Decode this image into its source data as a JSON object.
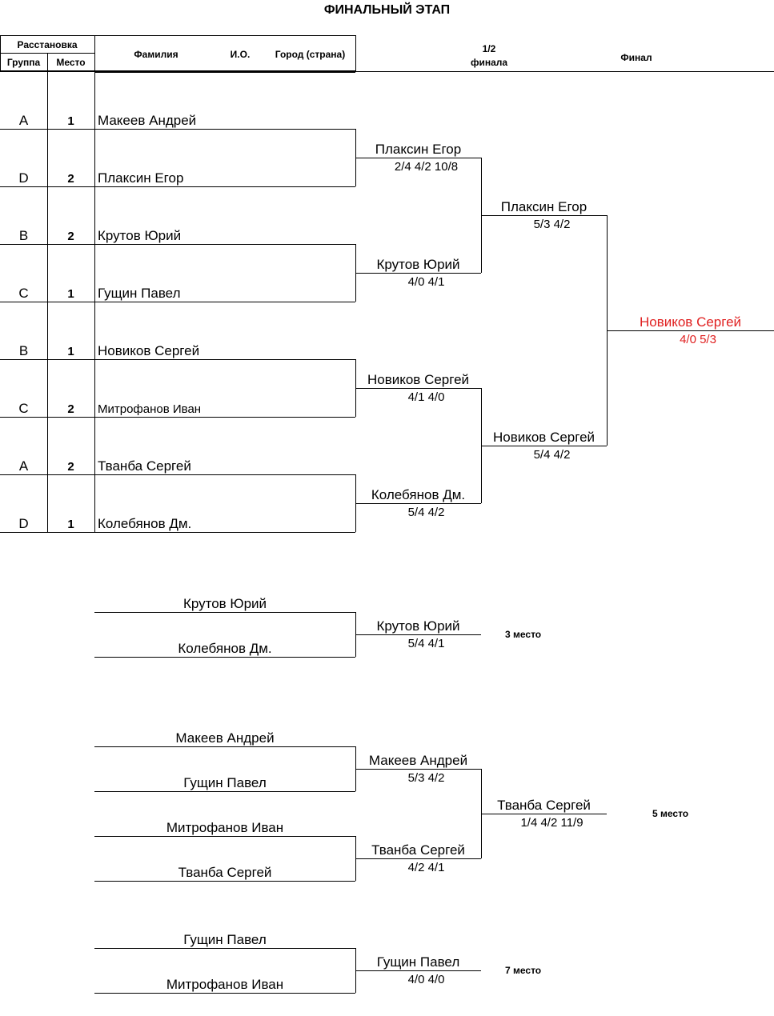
{
  "title": "ФИНАЛЬНЫЙ ЭТАП",
  "header": {
    "rasstanovka": "Расстановка",
    "gruppa": "Группа",
    "mesto": "Место",
    "familiya": "Фамилия",
    "io": "И.О.",
    "gorod": "Город (страна)",
    "semifinal_line1": "1/2",
    "semifinal_line2": "финала",
    "final": "Финал"
  },
  "seeds": [
    {
      "group": "A",
      "place": "1",
      "name": "Макеев Андрей"
    },
    {
      "group": "D",
      "place": "2",
      "name": "Плаксин Егор"
    },
    {
      "group": "B",
      "place": "2",
      "name": "Крутов Юрий"
    },
    {
      "group": "C",
      "place": "1",
      "name": "Гущин Павел"
    },
    {
      "group": "B",
      "place": "1",
      "name": "Новиков Сергей"
    },
    {
      "group": "C",
      "place": "2",
      "name": "Митрофанов Иван"
    },
    {
      "group": "A",
      "place": "2",
      "name": "Тванба Сергей"
    },
    {
      "group": "D",
      "place": "1",
      "name": "Колебянов Дм."
    }
  ],
  "quarterfinals": [
    {
      "winner": "Плаксин Егор",
      "score": "2/4 4/2 10/8"
    },
    {
      "winner": "Крутов Юрий",
      "score": "4/0 4/1"
    },
    {
      "winner": "Новиков Сергей",
      "score": "4/1 4/0"
    },
    {
      "winner": "Колебянов Дм.",
      "score": "5/4 4/2"
    }
  ],
  "semifinals": [
    {
      "winner": "Плаксин Егор",
      "score": "5/3 4/2"
    },
    {
      "winner": "Новиков Сергей",
      "score": "5/4 4/2"
    }
  ],
  "final": {
    "winner": "Новиков Сергей",
    "score": "4/0 5/3",
    "color": "#e02020"
  },
  "third_place": {
    "players": [
      "Крутов Юрий",
      "Колебянов Дм."
    ],
    "winner": "Крутов Юрий",
    "score": "5/4 4/1",
    "label": "3 место"
  },
  "fifth_place": {
    "players": [
      "Макеев Андрей",
      "Гущин Павел",
      "Митрофанов Иван",
      "Тванба Сергей"
    ],
    "semis": [
      {
        "winner": "Макеев Андрей",
        "score": "5/3 4/2"
      },
      {
        "winner": "Тванба Сергей",
        "score": "4/2 4/1"
      }
    ],
    "winner": "Тванба Сергей",
    "score": "1/4 4/2 11/9",
    "label": "5 место"
  },
  "seventh_place": {
    "players": [
      "Гущин Павел",
      "Митрофанов Иван"
    ],
    "winner": "Гущин Павел",
    "score": "4/0 4/0",
    "label": "7 место"
  }
}
